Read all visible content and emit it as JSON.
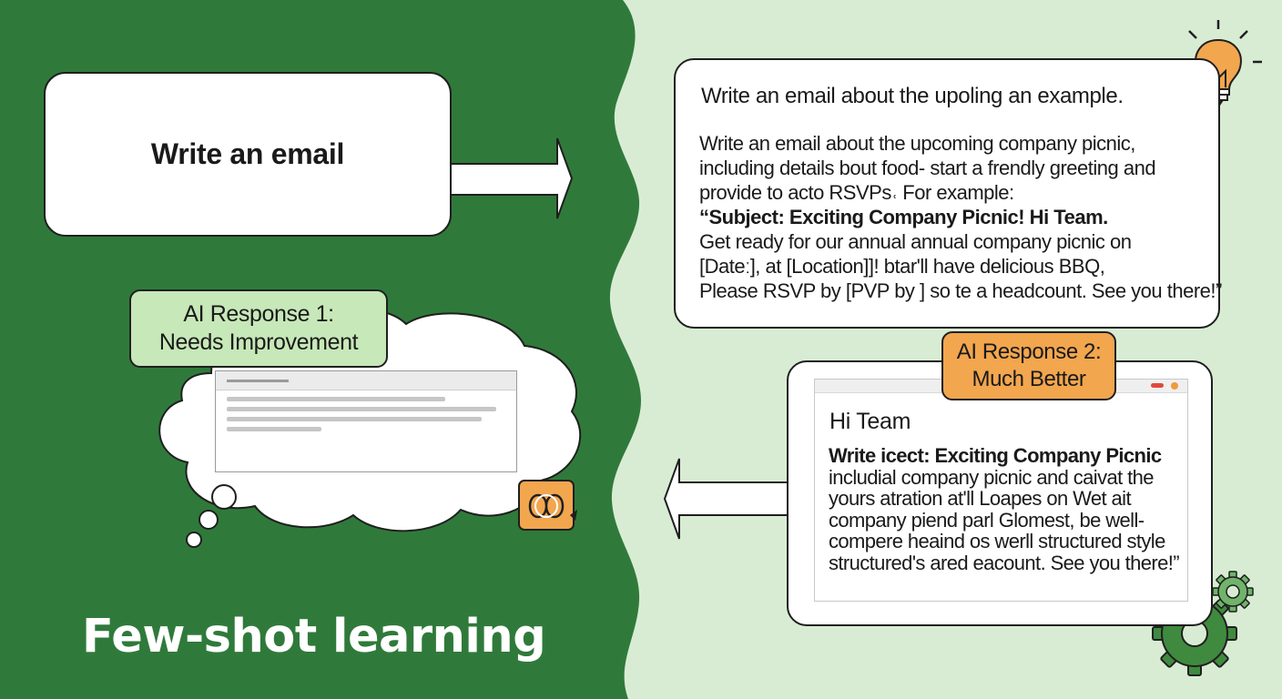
{
  "title": "Few-shot learning",
  "prompt": {
    "text": "Write an email"
  },
  "example": {
    "heading": "Write an email about the upoling an example.",
    "lines": [
      "Write an email about the upcoming company picnic,",
      "including details bout food‐ start a frendly greeting and",
      "provide to acto RSVPs˓ For example:",
      "“Subject: Exciting Company Picnic! Hi Team.",
      "Get ready for our annual annual company picnic on",
      "[Dateː], at [Location]]! btar'll have delicious BBQ,",
      "Please RSVP by [PVP by ] so te a headcount. See you there!”"
    ]
  },
  "response1": {
    "line1": "AI Response 1:",
    "line2": "Needs Improvement"
  },
  "response2": {
    "label_line1": "AI Response 2:",
    "label_line2": "Much Better",
    "greeting": "Hi Team",
    "lines": [
      "Write icect: Exciting Company Picnic",
      "includial company picnic and caivat the",
      "yours atration at'll Loapes on Wet ait",
      "company piend parl Glomest, be well-",
      "compere heaind os werll structured style",
      "structured's ared eacount. See you there!”"
    ]
  },
  "icons": [
    "lightbulb-icon",
    "gears-icon",
    "knot-icon"
  ],
  "colors": {
    "dark_green": "#2f7a3a",
    "light_green": "#d8ecd4",
    "label_green": "#c7e8b8",
    "label_orange": "#f2a64e"
  }
}
